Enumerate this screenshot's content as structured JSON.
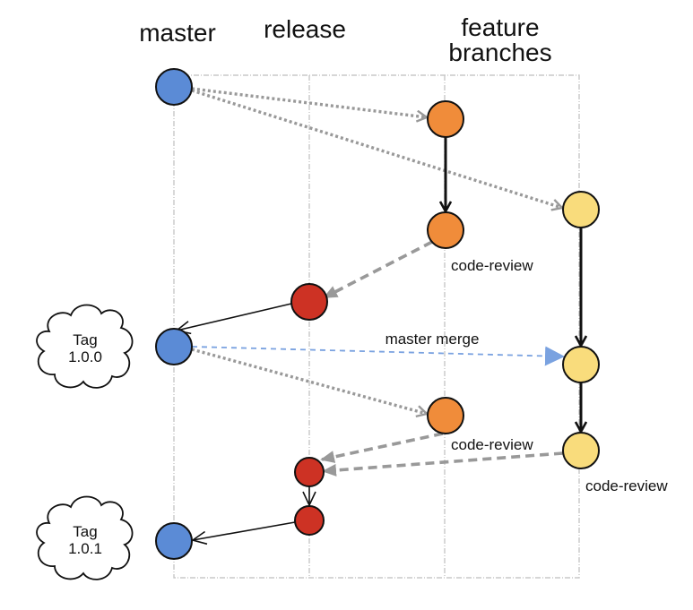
{
  "diagram": {
    "title": "Git branching workflow",
    "columns": [
      {
        "id": "master",
        "label_lines": [
          "master"
        ]
      },
      {
        "id": "release",
        "label_lines": [
          "release"
        ]
      },
      {
        "id": "feature",
        "label_lines": [
          "feature",
          "branches"
        ]
      }
    ],
    "colors": {
      "master": "#5b8bd6",
      "feature_a": "#f08c3a",
      "feature_b": "#f9dc7c",
      "release": "#cd3224",
      "edge_gray": "#999999",
      "edge_black": "#111111",
      "merge_blue": "#7aa2e0",
      "grid": "#c8c8c8"
    },
    "nodes": [
      {
        "id": "m1",
        "branch": "master"
      },
      {
        "id": "fa1",
        "branch": "feature_a"
      },
      {
        "id": "fb1",
        "branch": "feature_b"
      },
      {
        "id": "fa2",
        "branch": "feature_a",
        "label": "code-review"
      },
      {
        "id": "r1",
        "branch": "release"
      },
      {
        "id": "m2",
        "branch": "master"
      },
      {
        "id": "fb2",
        "branch": "feature_b"
      },
      {
        "id": "fa3",
        "branch": "feature_a",
        "label": "code-review"
      },
      {
        "id": "fb3",
        "branch": "feature_b",
        "label": "code-review"
      },
      {
        "id": "r2",
        "branch": "release"
      },
      {
        "id": "r3",
        "branch": "release"
      },
      {
        "id": "m3",
        "branch": "master"
      }
    ],
    "edges": [
      {
        "from": "m1",
        "to": "fa1",
        "style": "dotted"
      },
      {
        "from": "m1",
        "to": "fb1",
        "style": "dotted"
      },
      {
        "from": "fa1",
        "to": "fa2",
        "style": "solid-bold"
      },
      {
        "from": "fa2",
        "to": "r1",
        "style": "dashed"
      },
      {
        "from": "r1",
        "to": "m2",
        "style": "solid"
      },
      {
        "from": "fb1",
        "to": "fb2",
        "style": "solid-bold"
      },
      {
        "from": "m2",
        "to": "fb2",
        "style": "dashed-blue",
        "label": "master merge"
      },
      {
        "from": "m2",
        "to": "fa3",
        "style": "dotted"
      },
      {
        "from": "fb2",
        "to": "fb3",
        "style": "solid-bold"
      },
      {
        "from": "fa3",
        "to": "r2",
        "style": "dashed"
      },
      {
        "from": "fb3",
        "to": "r2",
        "style": "dashed"
      },
      {
        "from": "r2",
        "to": "r3",
        "style": "solid"
      },
      {
        "from": "r3",
        "to": "m3",
        "style": "solid"
      }
    ],
    "tags": [
      {
        "attached_to": "m2",
        "lines": [
          "Tag",
          "1.0.0"
        ]
      },
      {
        "attached_to": "m3",
        "lines": [
          "Tag",
          "1.0.1"
        ]
      }
    ]
  }
}
